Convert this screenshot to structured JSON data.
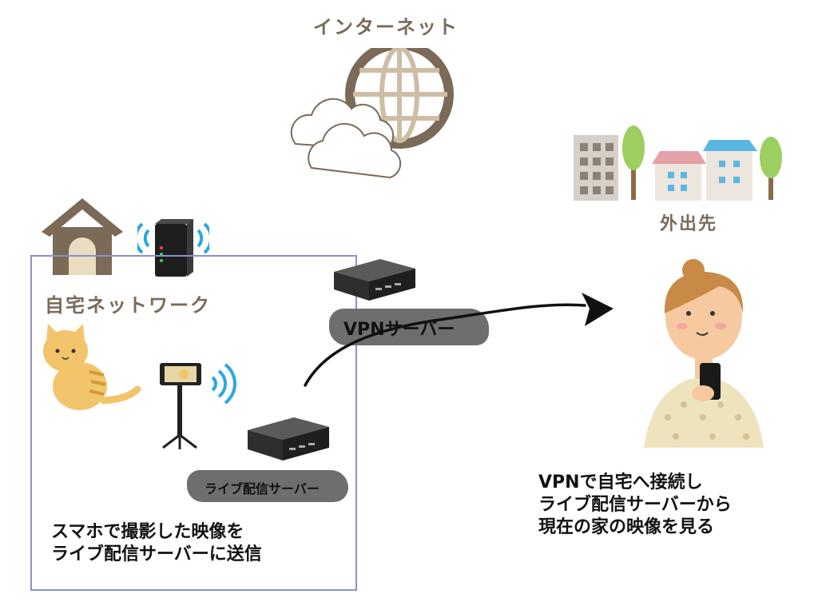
{
  "internet": {
    "label": "インターネット",
    "globe_color": "#7b6a57",
    "cloud_fill": "#ffffff"
  },
  "outside": {
    "label": "外出先"
  },
  "home_network": {
    "label": "自宅ネットワーク",
    "border_color": "#8a8fd0",
    "caption": "スマホで撮影した映像を\nライブ配信サーバーに送信"
  },
  "servers": {
    "vpn_label": "VPNサーバー",
    "live_label": "ライブ配信サーバー"
  },
  "remote_caption": "VPNで自宅へ接続し\nライブ配信サーバーから\n現在の家の映像を見る",
  "colors": {
    "house_brown": "#7b6a57",
    "wifi_blue": "#29a7e0",
    "tag_gray": "#6e6e6e",
    "tree_green": "#9ccf5f",
    "building_gray": "#d6d0c8",
    "roof_pink": "#e5a0a8",
    "roof_blue": "#5ab7e3"
  }
}
